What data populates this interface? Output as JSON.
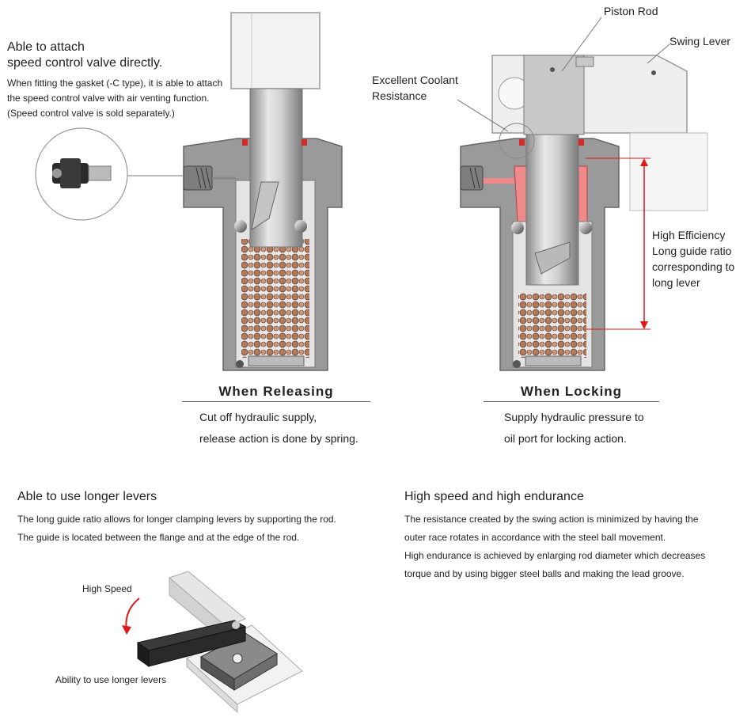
{
  "top_left": {
    "heading_line1": "Able to attach",
    "heading_line2": "speed control valve directly.",
    "note_line1": "When fitting the gasket (-C type), it is able to attach",
    "note_line2": "the speed control valve with air venting function.",
    "note_line3": "(Speed control valve is sold separately.)"
  },
  "labels": {
    "piston_rod": "Piston Rod",
    "swing_lever": "Swing Lever",
    "coolant_line1": "Excellent Coolant",
    "coolant_line2": "Resistance",
    "efficiency_line1": "High Efficiency",
    "efficiency_line2": "Long guide ratio",
    "efficiency_line3": "corresponding to",
    "efficiency_line4": "long lever"
  },
  "releasing": {
    "title": "When Releasing",
    "line1": "Cut off hydraulic supply,",
    "line2": "release action is done by spring."
  },
  "locking": {
    "title": "When Locking",
    "line1": "Supply hydraulic pressure to",
    "line2": "oil port for locking action."
  },
  "longer_levers": {
    "heading": "Able to use longer levers",
    "line1": "The long guide ratio allows for longer clamping levers by supporting the rod.",
    "line2": "The guide is located between the flange and at the edge of the rod.",
    "high_speed": "High Speed",
    "ability": "Ability to use longer levers"
  },
  "speed_endurance": {
    "heading": "High speed and high endurance",
    "line1": "The resistance created by the swing action is minimized by having the",
    "line2": "outer race rotates in accordance with the steel ball movement.",
    "line3": "High endurance is achieved by enlarging rod diameter which decreases",
    "line4": "torque and by using bigger steel balls and making the lead groove."
  },
  "colors": {
    "body_gray": "#9a9a9a",
    "rod_gray": "#c8c8c8",
    "spring_brown": "#b07a5e",
    "oil_pink": "#f08a8a",
    "seal_red": "#d42a2a",
    "arrow_red": "#e01818"
  }
}
